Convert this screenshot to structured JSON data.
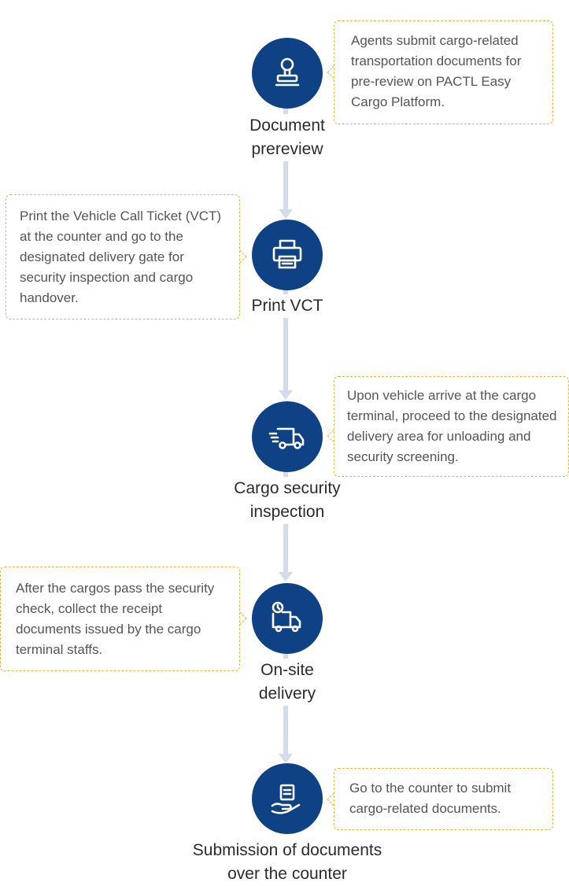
{
  "steps": [
    {
      "label": "Document prereview",
      "icon": "stamp-icon",
      "description": "Agents submit cargo-related transportation documents for pre-review on PACTL Easy Cargo Platform."
    },
    {
      "label": "Print VCT",
      "icon": "printer-icon",
      "description": "Print the Vehicle Call Ticket (VCT) at the counter and go to the designated delivery gate for security inspection and cargo handover."
    },
    {
      "label": "Cargo security inspection",
      "icon": "delivery-truck-icon",
      "description": "Upon vehicle arrive at the cargo terminal, proceed to the designated delivery area for unloading and security screening."
    },
    {
      "label": "On-site delivery",
      "icon": "timed-truck-icon",
      "description": "After the cargos pass the security check, collect the receipt documents issued by the cargo terminal staffs."
    },
    {
      "label": "Submission of documents over the counter",
      "icon": "hand-document-icon",
      "description": "Go to the counter to submit cargo-related documents."
    }
  ],
  "colors": {
    "circle": "#0e4285",
    "connector": "#d3dce8",
    "box_border": "#f0b43c"
  }
}
